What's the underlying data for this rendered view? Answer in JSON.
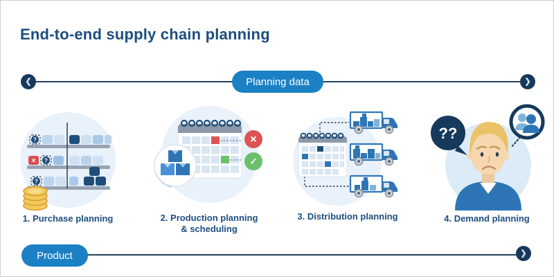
{
  "title": "End-to-end supply chain planning",
  "top_flow": {
    "label": "Planning data"
  },
  "bottom_flow": {
    "label": "Product"
  },
  "stages": [
    {
      "caption": "1. Purchase planning",
      "icon": "warehouse-shelves-inventory-icon"
    },
    {
      "caption": "2. Production planning & scheduling",
      "icon": "calendar-schedule-check-icon"
    },
    {
      "caption": "3. Distribution planning",
      "icon": "calendar-delivery-trucks-icon"
    },
    {
      "caption": "4. Demand planning",
      "icon": "confused-planner-customers-icon",
      "bubble_text": "??"
    }
  ],
  "glyphs": {
    "chevron_left": "❮",
    "chevron_right": "❯",
    "question": "?",
    "cross": "✕",
    "check": "✓"
  },
  "colors": {
    "title_navy": "#1d4d80",
    "pill_blue": "#1b80c4",
    "flow_line_navy": "#24425e",
    "arrow_node_navy": "#17395a",
    "illustration_bg": "#e9f1fa",
    "dark_blue": "#1f4e79",
    "mid_blue": "#2e75b6",
    "light_blue": "#a9c9e8",
    "error_red": "#dd5353",
    "success_green": "#6cbf6c",
    "coin_gold": "#f3c957",
    "speech_navy": "#16395c"
  }
}
